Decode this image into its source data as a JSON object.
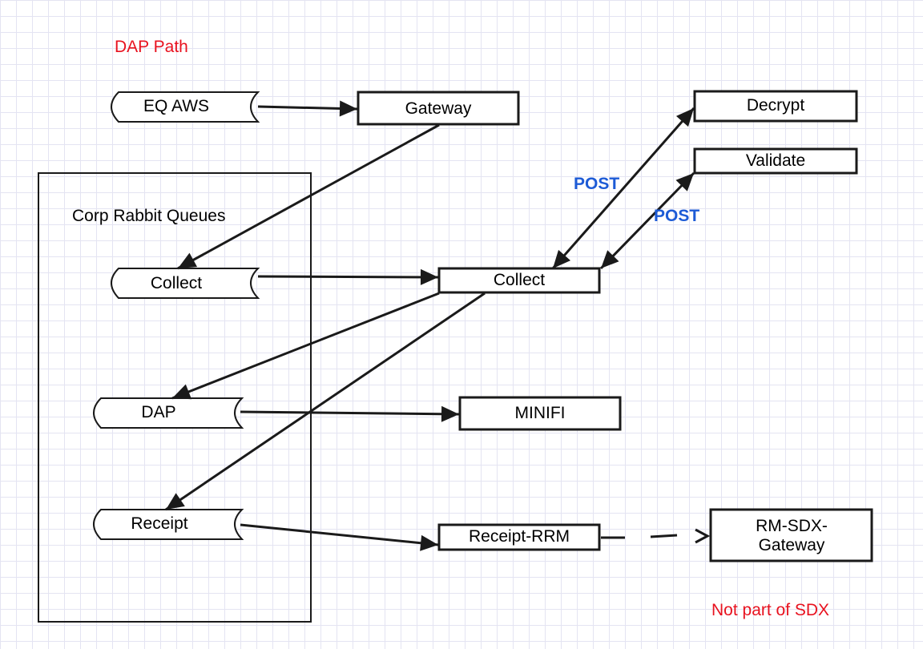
{
  "title": "DAP Path",
  "note": "Not part of SDX",
  "container_label": "Corp Rabbit Queues",
  "edge_labels": {
    "post_decrypt": "POST",
    "post_validate": "POST"
  },
  "queues": {
    "eq_aws": "EQ AWS",
    "collect": "Collect",
    "dap": "DAP",
    "receipt": "Receipt"
  },
  "services": {
    "gateway": "Gateway",
    "collect": "Collect",
    "decrypt": "Decrypt",
    "validate": "Validate",
    "minifi": "MINIFI",
    "receipt_rrm": "Receipt-RRM",
    "rm_sdx_gateway": "RM-SDX-Gateway"
  },
  "colors": {
    "title": "#e8121f",
    "note": "#e8121f",
    "edge_label": "#1d5bd6",
    "grid": "#e4e4f2",
    "stroke": "#1a1a1a"
  }
}
